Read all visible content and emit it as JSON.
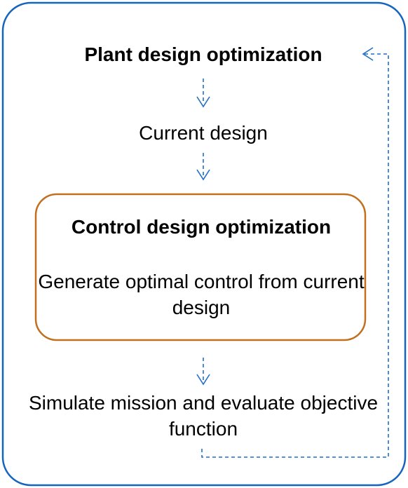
{
  "diagram": {
    "plant_title": "Plant design optimization",
    "current_design": "Current design",
    "control_box": {
      "title": "Control design optimization",
      "description": "Generate optimal control from current design"
    },
    "simulate": "Simulate mission and evaluate objective function"
  },
  "colors": {
    "outer_border": "#1565c0",
    "inner_border": "#c0701e",
    "arrow": "#1f6fc8",
    "text": "#000000",
    "background": "#ffffff"
  }
}
